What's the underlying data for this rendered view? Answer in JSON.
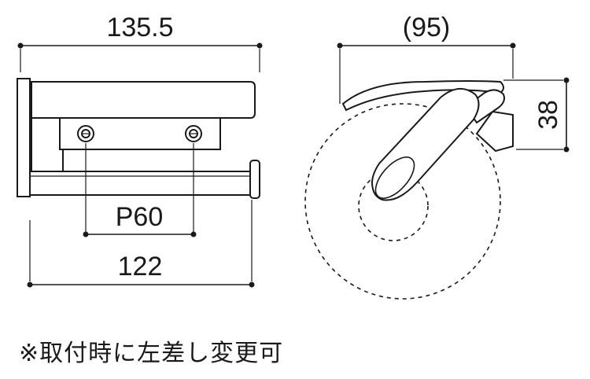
{
  "dimensions": {
    "overall_width": "135.5",
    "depth": "(95)",
    "height": "38",
    "pitch": "P60",
    "base_width": "122"
  },
  "note": "※取付時に左差し変更可",
  "colors": {
    "line": "#1a1a1a",
    "background": "#ffffff"
  }
}
